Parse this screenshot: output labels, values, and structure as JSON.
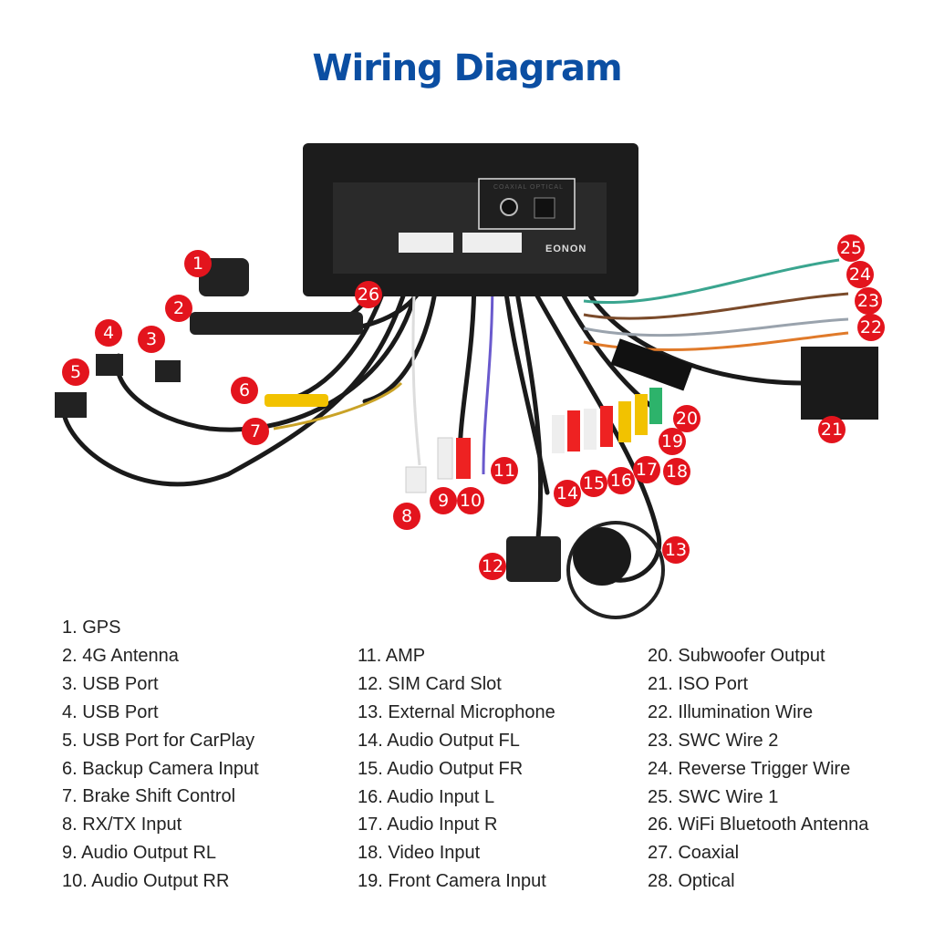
{
  "title": "Wiring Diagram",
  "device": {
    "brand": "EONON",
    "port_label": "COAXIAL OPTICAL"
  },
  "colors": {
    "title": "#0b4ea2",
    "badge": "#e3141d",
    "device": "#1c1c1c"
  },
  "badges": [
    "1",
    "2",
    "3",
    "4",
    "5",
    "6",
    "7",
    "8",
    "9",
    "10",
    "11",
    "12",
    "13",
    "14",
    "15",
    "16",
    "17",
    "18",
    "19",
    "20",
    "21",
    "22",
    "23",
    "24",
    "25",
    "26"
  ],
  "legend": {
    "col1": [
      "1. GPS",
      "2. 4G Antenna",
      "3. USB Port",
      "4. USB Port",
      "5. USB Port for CarPlay",
      "6. Backup Camera Input",
      "7. Brake Shift Control",
      "8. RX/TX Input",
      "9. Audio Output RL",
      "10. Audio Output RR"
    ],
    "col2": [
      "11. AMP",
      "12. SIM Card Slot",
      "13. External Microphone",
      "14. Audio Output FL",
      "15. Audio Output FR",
      "16. Audio Input L",
      "17. Audio Input R",
      "18. Video Input",
      "19. Front Camera Input"
    ],
    "col3": [
      "20. Subwoofer Output",
      "21. ISO Port",
      "22. Illumination Wire",
      "23. SWC Wire 2",
      "24. Reverse Trigger Wire",
      "25. SWC Wire 1",
      "26. WiFi Bluetooth  Antenna",
      "27. Coaxial",
      "28. Optical"
    ]
  }
}
